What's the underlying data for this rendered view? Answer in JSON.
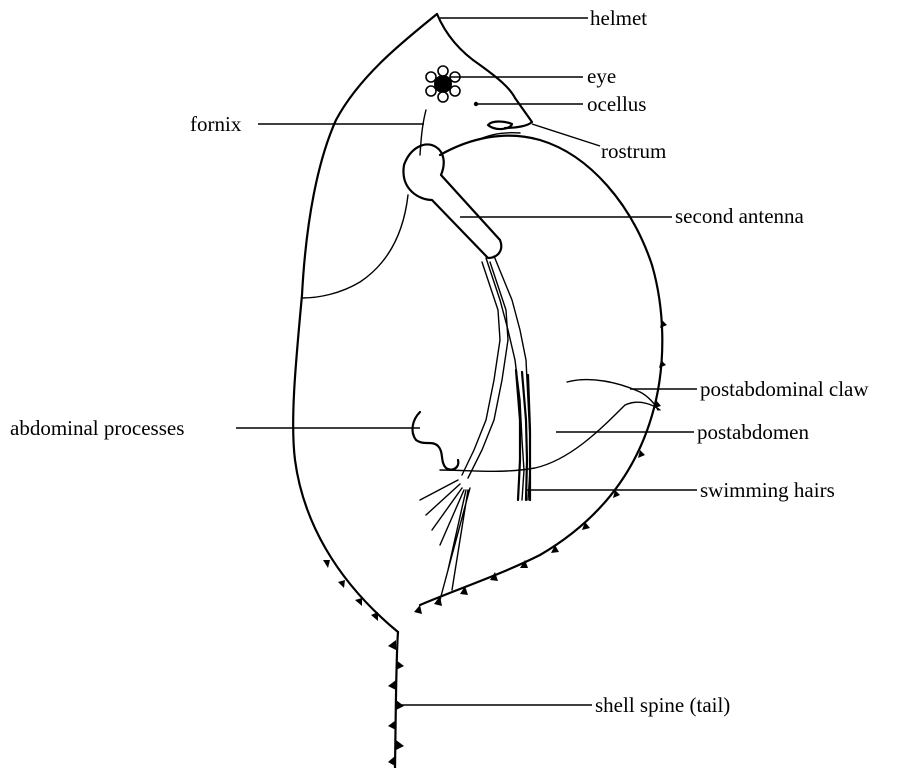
{
  "diagram": {
    "labels": {
      "helmet": "helmet",
      "eye": "eye",
      "ocellus": "ocellus",
      "fornix": "fornix",
      "rostrum": "rostrum",
      "second_antenna": "second antenna",
      "postabdominal_claw": "postabdominal claw",
      "abdominal_processes": "abdominal processes",
      "postabdomen": "postabdomen",
      "swimming_hairs": "swimming hairs",
      "shell_spine": "shell spine (tail)"
    }
  }
}
